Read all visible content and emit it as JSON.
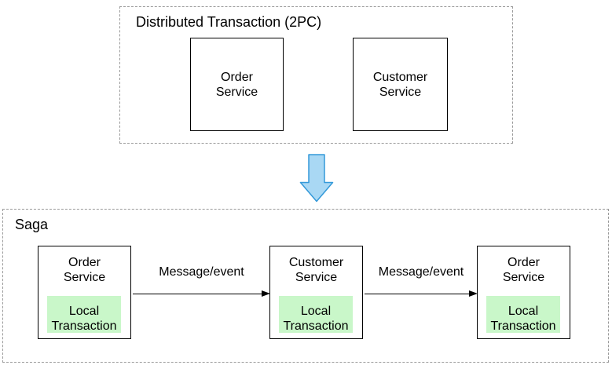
{
  "diagram": {
    "sections": {
      "two_pc": {
        "title": "Distributed Transaction (2PC)",
        "boxes": [
          {
            "label": "Order\nService"
          },
          {
            "label": "Customer\nService"
          }
        ]
      },
      "saga": {
        "title": "Saga",
        "boxes": [
          {
            "label": "Order\nService",
            "inner_label": "Local\nTransaction"
          },
          {
            "label": "Customer\nService",
            "inner_label": "Local\nTransaction"
          },
          {
            "label": "Order\nService",
            "inner_label": "Local\nTransaction"
          }
        ],
        "arrows": [
          {
            "label": "Message/event"
          },
          {
            "label": "Message/event"
          }
        ]
      }
    },
    "colors": {
      "local_transaction_fill": "#c9f7c9",
      "transform_arrow_fill": "#a9d8f4",
      "transform_arrow_stroke": "#3399d9",
      "dashed_border": "#999999",
      "box_border": "#000000",
      "arrow_line": "#000000"
    }
  }
}
